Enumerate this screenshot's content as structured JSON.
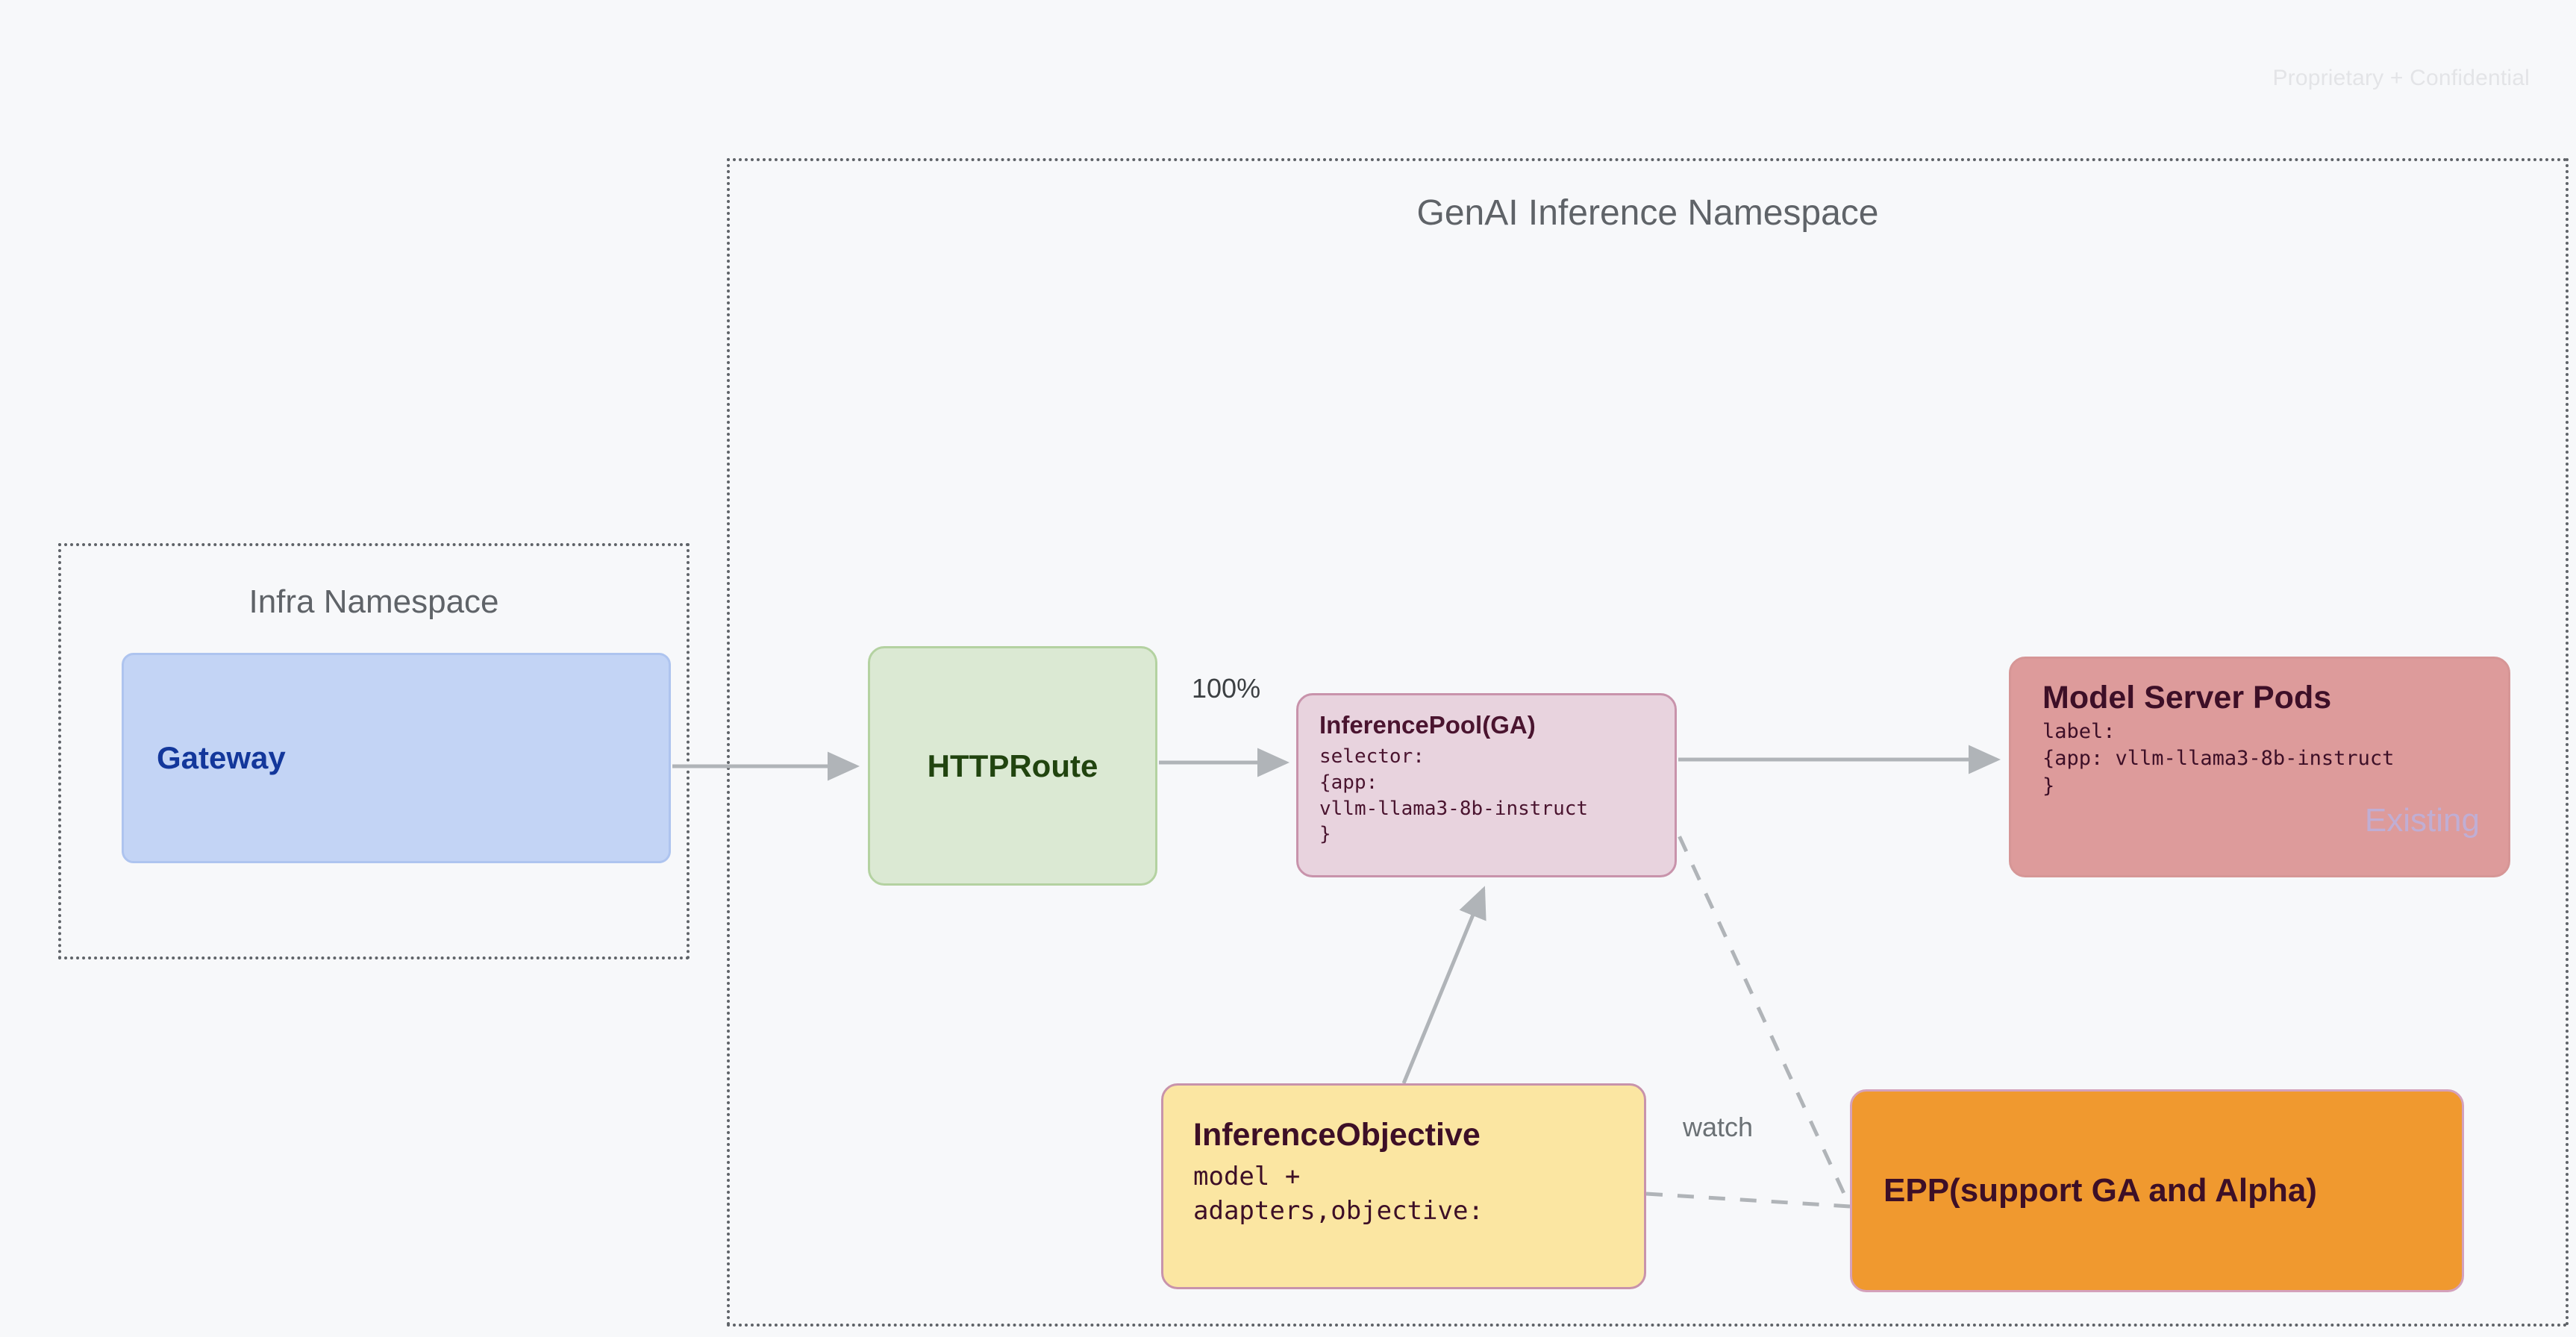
{
  "watermark": "Proprietary + Confidential",
  "namespaces": {
    "genai": {
      "title": "GenAI Inference Namespace"
    },
    "infra": {
      "title": "Infra Namespace"
    }
  },
  "nodes": {
    "gateway": {
      "title": "Gateway"
    },
    "httproute": {
      "title": "HTTPRoute"
    },
    "inferencepool": {
      "title": "InferencePool(GA)",
      "body": "selector:\n{app:\nvllm-llama3-8b-instruct\n}"
    },
    "modelserver": {
      "title": "Model Server Pods",
      "body": "label:\n{app: vllm-llama3-8b-instruct\n}",
      "stamp": "Existing"
    },
    "inferenceobjective": {
      "title": "InferenceObjective",
      "body": "model +\nadapters,objective:"
    },
    "epp": {
      "title": "EPP(support GA and Alpha)"
    }
  },
  "edges": {
    "gateway_to_httproute": {
      "label": ""
    },
    "httproute_to_pool": {
      "label": "100%"
    },
    "pool_to_modelserver": {
      "label": ""
    },
    "objective_to_pool": {
      "label": ""
    },
    "pool_to_epp": {
      "label": ""
    },
    "objective_to_epp": {
      "label": "watch"
    }
  },
  "colors": {
    "background": "#f7f8fa",
    "gateway_fill": "#c3d4f5",
    "gateway_text": "#13379b",
    "httproute_fill": "#dbe9d3",
    "httproute_text": "#21440f",
    "inferencepool_fill": "#e8d3de",
    "modelserver_fill": "#dd9b9b",
    "inferenceobjective_fill": "#fbe6a2",
    "epp_fill": "#f0992f",
    "node_text_dark": "#3d0f27",
    "namespace_border": "#5f6368",
    "connector": "#b0b4b8",
    "existing_stamp": "#c0aed4"
  }
}
